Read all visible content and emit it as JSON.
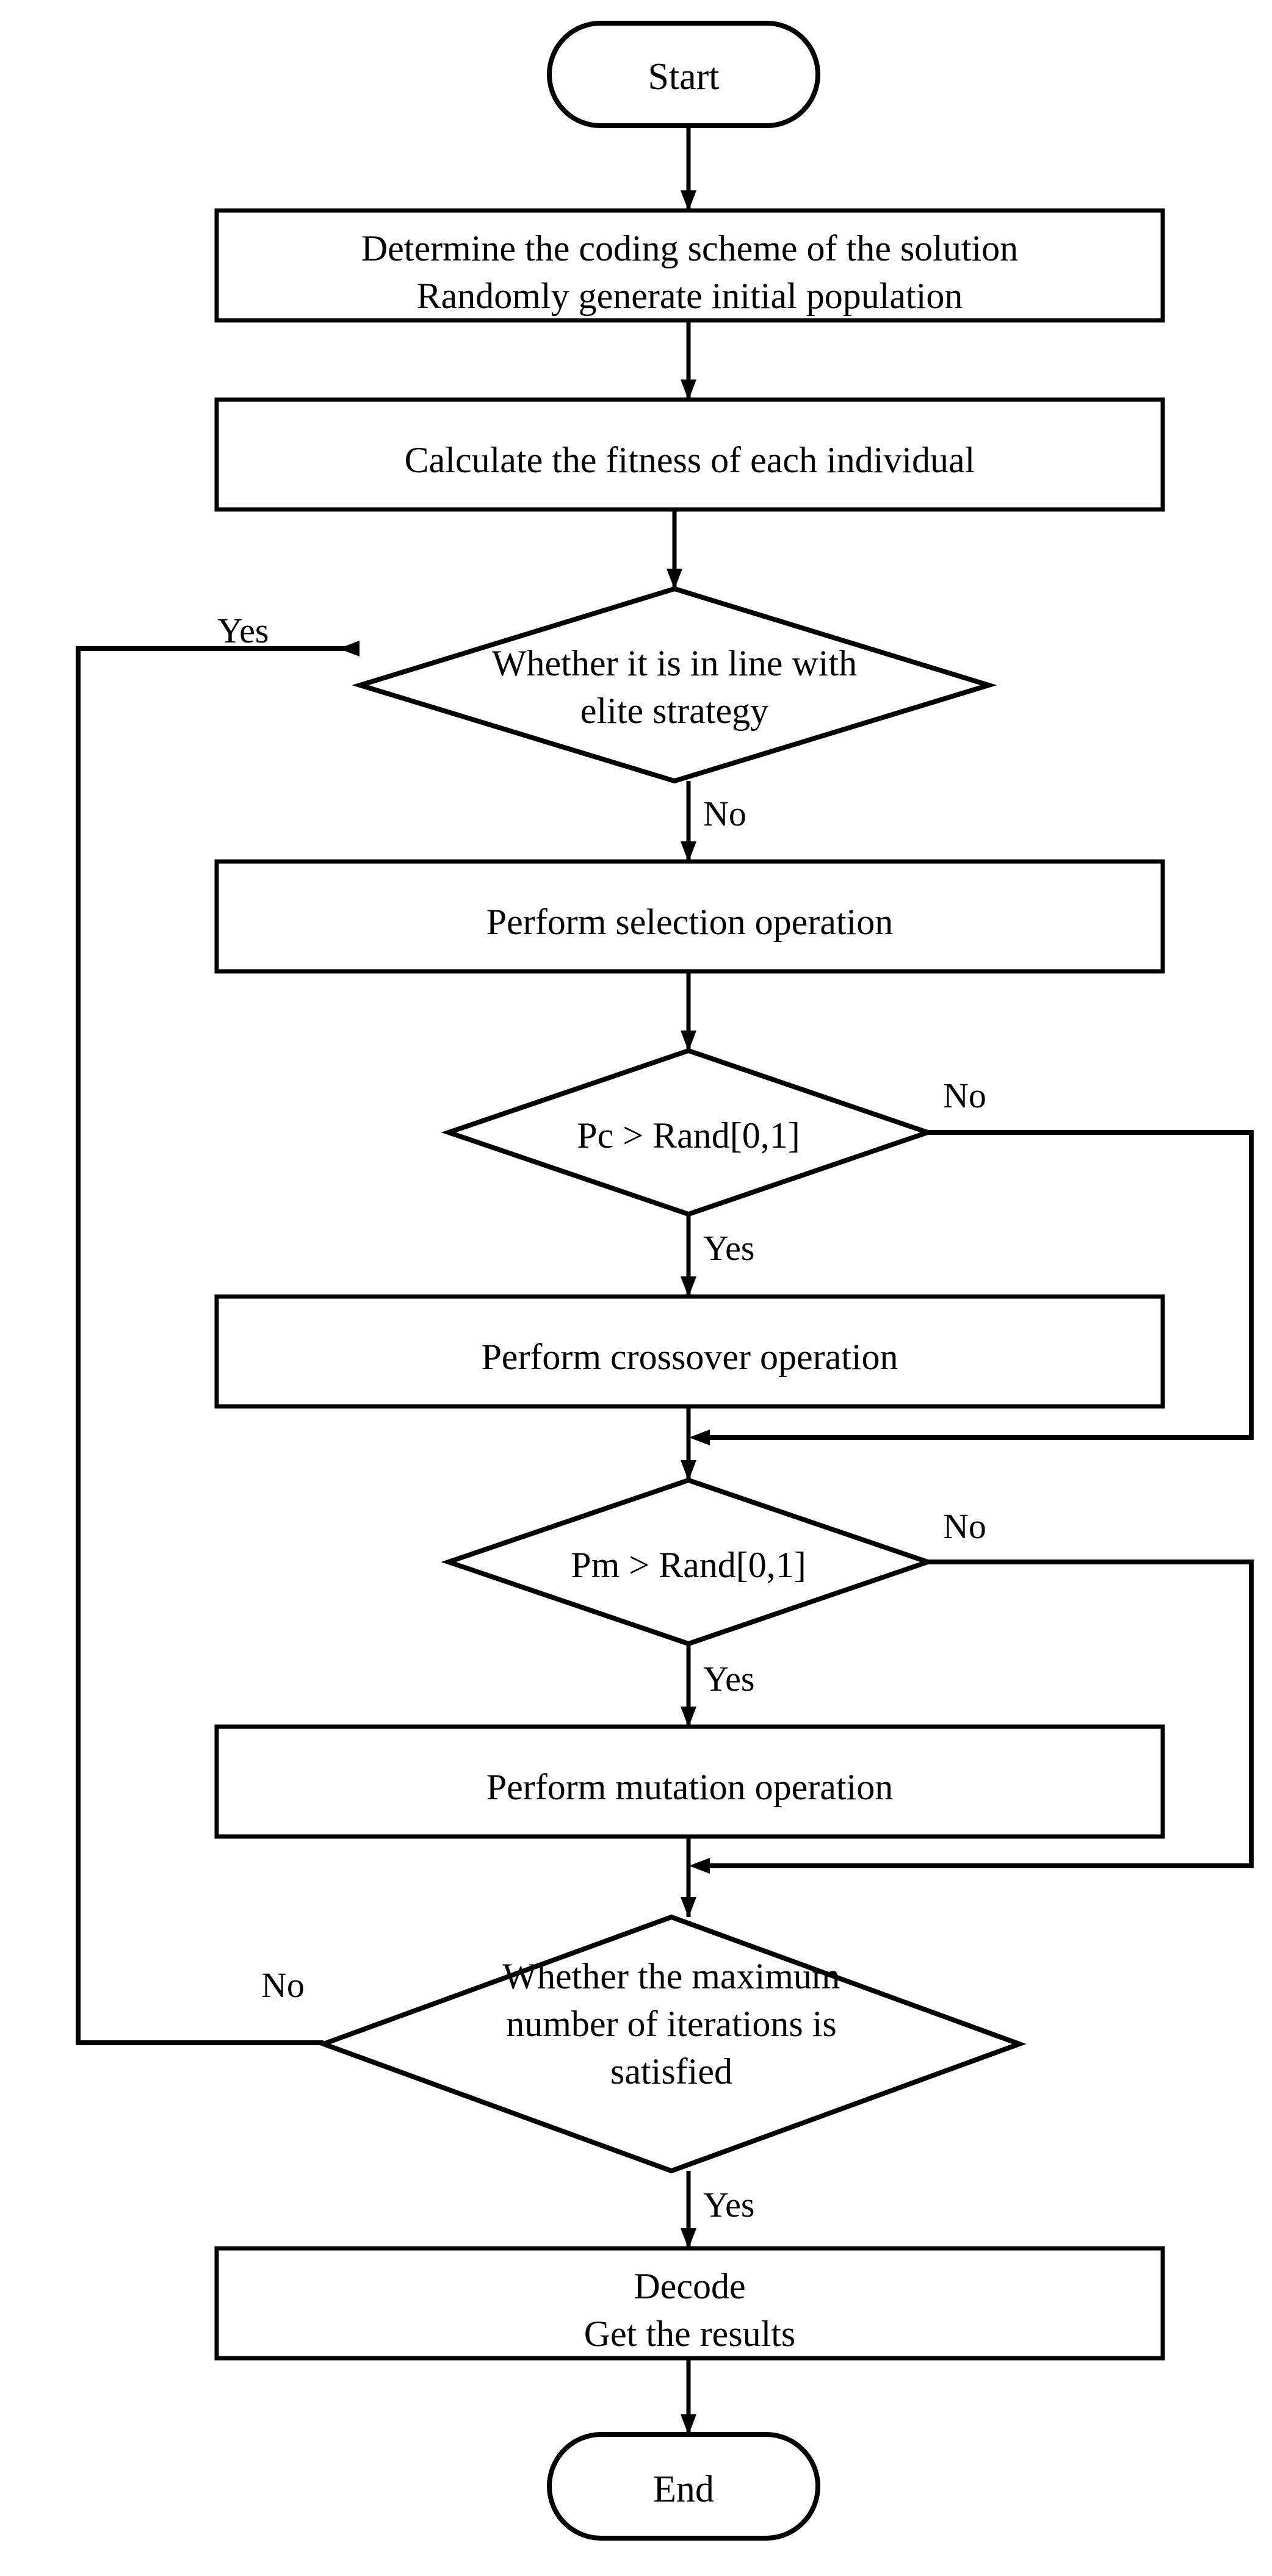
{
  "diagram": {
    "title": "Genetic algorithm flowchart",
    "type": "flowchart",
    "stroke_color": "#000000",
    "fill_color": "#ffffff",
    "background": "#ffffff"
  },
  "nodes": {
    "start": {
      "label": "Start",
      "shape": "terminator"
    },
    "init": {
      "label": "Determine the coding scheme of the solution\nRandomly generate initial population",
      "shape": "process"
    },
    "fitness": {
      "label": "Calculate the fitness of each individual",
      "shape": "process"
    },
    "elite": {
      "label": "Whether it is in line with\nelite strategy",
      "shape": "decision"
    },
    "selection": {
      "label": "Perform selection operation",
      "shape": "process"
    },
    "pc": {
      "label": "Pc > Rand[0,1]",
      "shape": "decision"
    },
    "crossover": {
      "label": "Perform crossover operation",
      "shape": "process"
    },
    "pm": {
      "label": "Pm > Rand[0,1]",
      "shape": "decision"
    },
    "mutation": {
      "label": "Perform mutation operation",
      "shape": "process"
    },
    "maxiter": {
      "label": "Whether the maximum\nnumber of iterations is\nsatisfied",
      "shape": "decision"
    },
    "decode": {
      "label": "Decode\nGet the results",
      "shape": "process"
    },
    "end": {
      "label": "End",
      "shape": "terminator"
    }
  },
  "edge_labels": {
    "elite_yes": "Yes",
    "elite_no": "No",
    "pc_no": "No",
    "pc_yes": "Yes",
    "pm_no": "No",
    "pm_yes": "Yes",
    "maxiter_no": "No",
    "maxiter_yes": "Yes"
  },
  "edges": [
    {
      "from": "start",
      "to": "init",
      "label": ""
    },
    {
      "from": "init",
      "to": "fitness",
      "label": ""
    },
    {
      "from": "fitness",
      "to": "elite",
      "label": ""
    },
    {
      "from": "elite",
      "to": "selection",
      "label": "No"
    },
    {
      "from": "elite",
      "to": "maxiter",
      "label": "Yes"
    },
    {
      "from": "selection",
      "to": "pc",
      "label": ""
    },
    {
      "from": "pc",
      "to": "crossover",
      "label": "Yes"
    },
    {
      "from": "pc",
      "to": "pm",
      "label": "No"
    },
    {
      "from": "crossover",
      "to": "pm",
      "label": ""
    },
    {
      "from": "pm",
      "to": "mutation",
      "label": "Yes"
    },
    {
      "from": "pm",
      "to": "maxiter",
      "label": "No"
    },
    {
      "from": "mutation",
      "to": "maxiter",
      "label": ""
    },
    {
      "from": "maxiter",
      "to": "decode",
      "label": "Yes"
    },
    {
      "from": "maxiter",
      "to": "elite",
      "label": "No"
    },
    {
      "from": "decode",
      "to": "end",
      "label": ""
    }
  ]
}
